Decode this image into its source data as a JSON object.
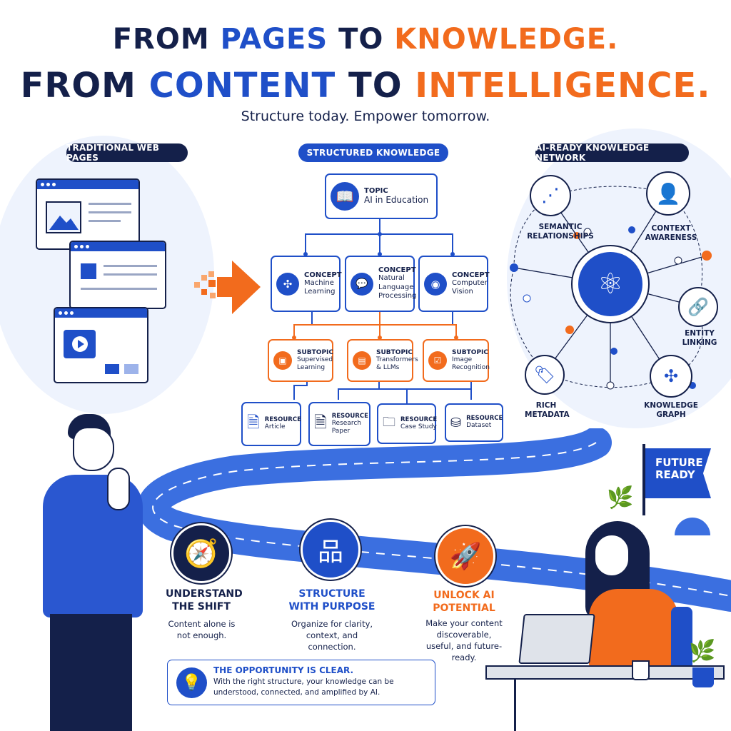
{
  "headline": {
    "line1": {
      "a": "FROM ",
      "b": "PAGES",
      "c": " TO ",
      "d": "KNOWLEDGE."
    },
    "line2": {
      "a": "FROM ",
      "b": "CONTENT",
      "c": " TO ",
      "d": "INTELLIGENCE."
    },
    "subtitle": "Structure today. Empower tomorrow."
  },
  "colors": {
    "navy": "#14204a",
    "blue": "#1f4fc8",
    "orange": "#f26b1d",
    "light": "#eef3fd"
  },
  "sections": {
    "left": "TRADITIONAL WEB PAGES",
    "middle": "STRUCTURED KNOWLEDGE",
    "right": "AI-READY KNOWLEDGE NETWORK"
  },
  "tree": {
    "topic": {
      "kind": "TOPIC",
      "name": "AI in Education",
      "icon": "book-icon"
    },
    "concepts": [
      {
        "kind": "CONCEPT",
        "name": "Machine Learning",
        "icon": "network-icon"
      },
      {
        "kind": "CONCEPT",
        "name": "Natural Language Processing",
        "icon": "chat-icon"
      },
      {
        "kind": "CONCEPT",
        "name": "Computer Vision",
        "icon": "eye-icon"
      }
    ],
    "subtopics": [
      {
        "kind": "SUBTOPIC",
        "name": "Supervised Learning",
        "icon": "presentation-icon"
      },
      {
        "kind": "SUBTOPIC",
        "name": "Transformers & LLMs",
        "icon": "book-icon"
      },
      {
        "kind": "SUBTOPIC",
        "name": "Image Recognition",
        "icon": "image-check-icon"
      }
    ],
    "resources": [
      {
        "kind": "RESOURCE",
        "name": "Article",
        "icon": "document-icon"
      },
      {
        "kind": "RESOURCE",
        "name": "Research Paper",
        "icon": "document-icon"
      },
      {
        "kind": "RESOURCE",
        "name": "Case Study",
        "icon": "folder-icon"
      },
      {
        "kind": "RESOURCE",
        "name": "Dataset",
        "icon": "database-icon"
      }
    ]
  },
  "network": {
    "center_icon": "brain-circuit-icon",
    "nodes": [
      {
        "label": "SEMANTIC RELATIONSHIPS",
        "icon": "share-icon"
      },
      {
        "label": "CONTEXT AWARENESS",
        "icon": "user-icon"
      },
      {
        "label": "ENTITY LINKING",
        "icon": "link-icon"
      },
      {
        "label": "RICH METADATA",
        "icon": "tag-icon"
      },
      {
        "label": "KNOWLEDGE GRAPH",
        "icon": "graph-icon"
      }
    ]
  },
  "flag": "FUTURE READY",
  "steps": [
    {
      "title": "UNDERSTAND THE SHIFT",
      "desc": "Content alone is not enough.",
      "icon": "compass-icon",
      "color": "#14204a"
    },
    {
      "title": "STRUCTURE WITH PURPOSE",
      "desc": "Organize for clarity, context, and connection.",
      "icon": "hierarchy-icon",
      "color": "#1f4fc8"
    },
    {
      "title": "UNLOCK AI POTENTIAL",
      "desc": "Make your content discoverable, useful, and future-ready.",
      "icon": "rocket-icon",
      "color": "#f26b1d"
    }
  ],
  "callout": {
    "title": "THE OPPORTUNITY IS CLEAR.",
    "text": "With the right structure, your knowledge can be understood, connected, and amplified by AI.",
    "icon": "lightbulb-icon"
  }
}
